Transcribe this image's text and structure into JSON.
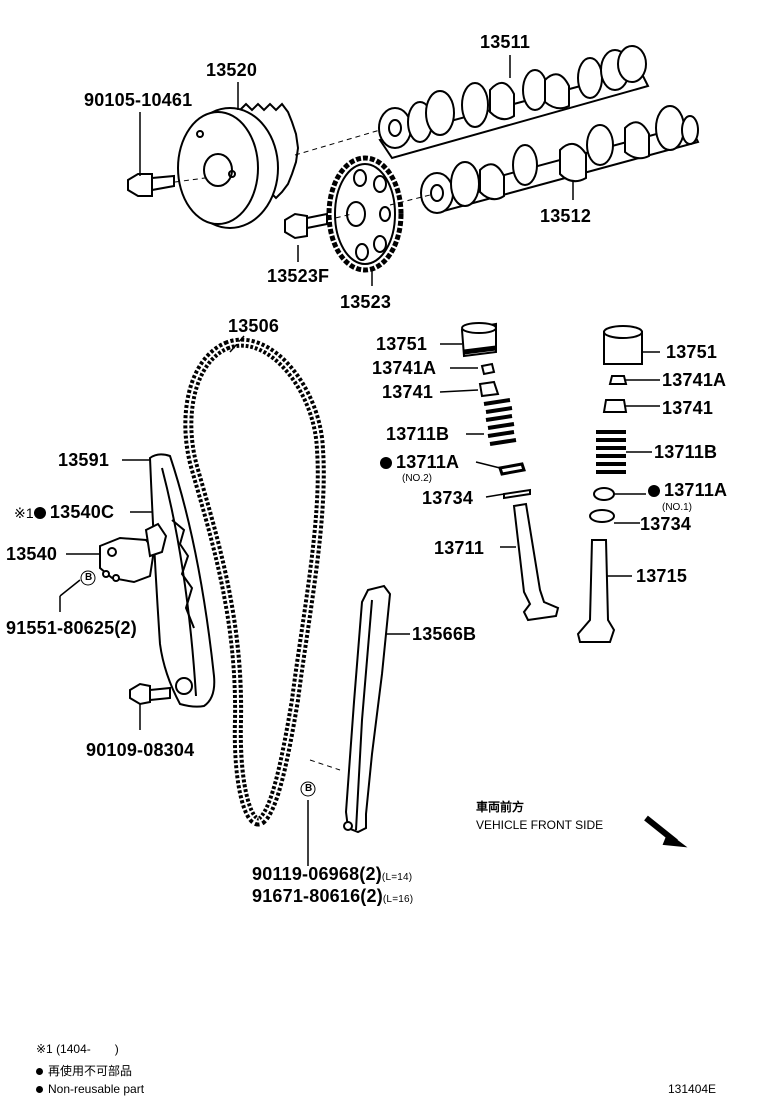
{
  "labels": {
    "p13511": "13511",
    "p13520": "13520",
    "p90105": "90105-10461",
    "p13512": "13512",
    "p13523F": "13523F",
    "p13523": "13523",
    "p13506": "13506",
    "p13591": "13591",
    "p13540C": "13540C",
    "p13540C_prefix": "※1",
    "p13540": "13540",
    "p91551": "91551-80625(2)",
    "p90109": "90109-08304",
    "p13566B": "13566B",
    "p90119": "90119-06968(2)",
    "p90119_note": "(L=14)",
    "p91671": "91671-80616(2)",
    "p91671_note": "(L=16)",
    "l13751": "13751",
    "l13741A": "13741A",
    "l13741": "13741",
    "l13711B": "13711B",
    "l13711A": "13711A",
    "l13711A_note": "(NO.2)",
    "l13734": "13734",
    "l13711": "13711",
    "r13751": "13751",
    "r13741A": "13741A",
    "r13741": "13741",
    "r13711B": "13711B",
    "r13711A": "13711A",
    "r13711A_note": "(NO.1)",
    "r13734": "13734",
    "r13715": "13715",
    "circle_b": "B"
  },
  "direction": {
    "jp": "車両前方",
    "en": "VEHICLE FRONT SIDE"
  },
  "footnotes": {
    "ref": "※1 (1404-　　)",
    "nonreuse_jp": "再使用不可部品",
    "nonreuse_en": "Non-reusable part"
  },
  "diagram_code": "131404E"
}
